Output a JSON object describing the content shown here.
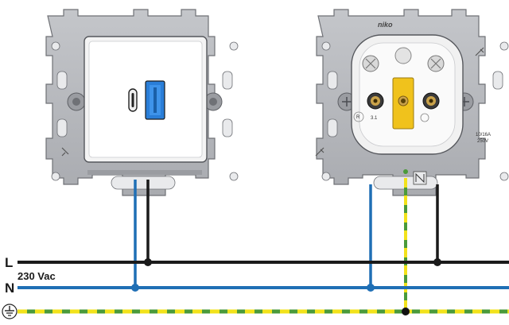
{
  "labels": {
    "line": "L",
    "voltage": "230 Vac",
    "neutral": "N",
    "brand": "niko",
    "rating_current": "10/16A",
    "rating_voltage": "250V",
    "pin_size": "3.1",
    "earth_icon": "ground-icon"
  },
  "colors": {
    "line_wire": "#1a1a1a",
    "neutral_wire": "#1f6fb5",
    "earth_green": "#4a9a3a",
    "earth_yellow": "#f2e21b",
    "frame": "#b9bbbf",
    "frame_dark": "#8e9095",
    "plate": "#f2f2f2",
    "usb_blue": "#2a7ed8",
    "brass": "#c9a24a",
    "pin_yellow": "#f0c21c"
  }
}
